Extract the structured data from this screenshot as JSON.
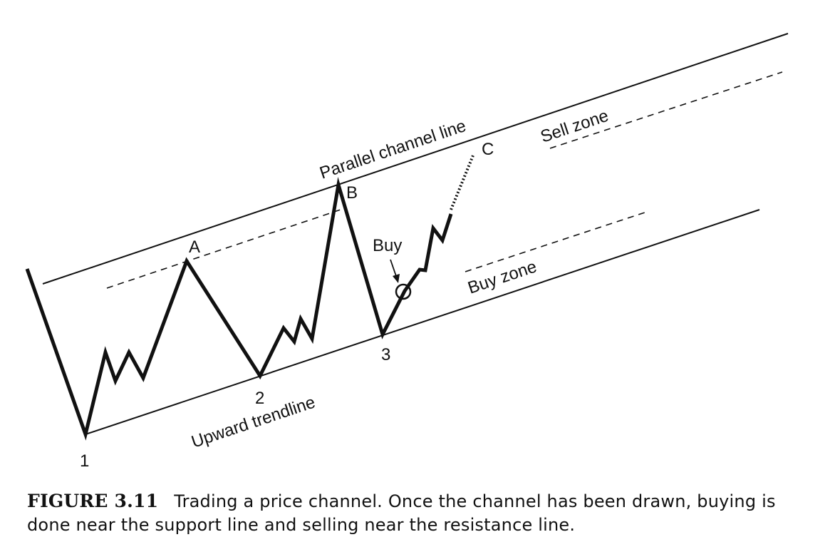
{
  "figure": {
    "labels": {
      "parallel_channel_line": "Parallel channel line",
      "upward_trendline": "Upward trendline",
      "sell_zone": "Sell zone",
      "buy_zone": "Buy zone",
      "buy": "Buy",
      "point_a": "A",
      "point_b": "B",
      "point_c": "C",
      "point_1": "1",
      "point_2": "2",
      "point_3": "3"
    },
    "line_color": "#111111"
  },
  "caption": {
    "label": "FIGURE 3.11",
    "text": "Trading a price channel. Once the channel has been drawn, buying is done near the support line and selling near the resistance line."
  }
}
